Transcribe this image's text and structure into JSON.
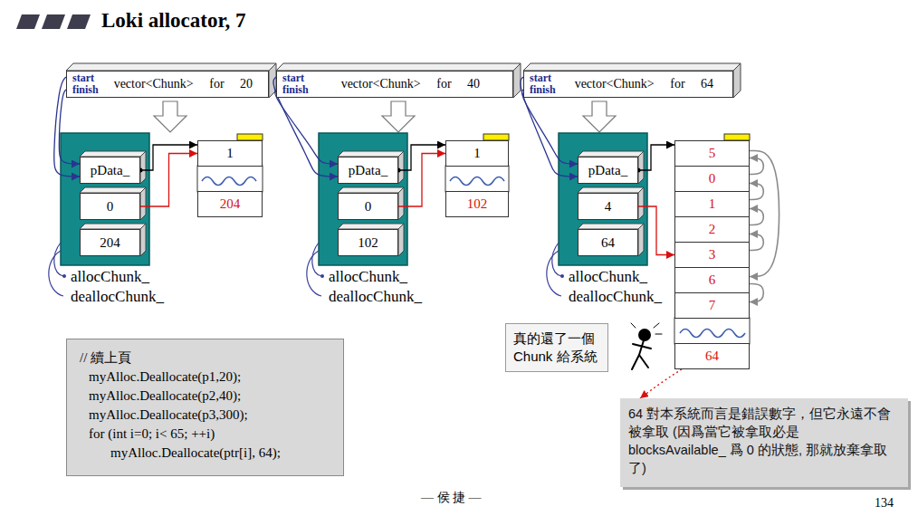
{
  "diagram": {
    "title": "Loki allocator, 7",
    "nodes": [
      {
        "text": [
          "start",
          "finish",
          "vector<Chunk> for 20"
        ]
      },
      {
        "text": [
          "pData_"
        ]
      },
      {
        "text": [
          "0"
        ]
      },
      {
        "text": [
          "204"
        ]
      },
      {
        "text": [
          "1"
        ]
      },
      {
        "text": [
          "204"
        ]
      },
      {
        "text": [
          "start",
          "finish",
          "vector<Chunk> for 40"
        ]
      },
      {
        "text": [
          "pData_"
        ]
      },
      {
        "text": [
          "0"
        ]
      },
      {
        "text": [
          "102"
        ]
      },
      {
        "text": [
          "1"
        ]
      },
      {
        "text": [
          "102"
        ]
      },
      {
        "text": [
          "start",
          "finish",
          "vector<Chunk> for 64"
        ]
      },
      {
        "text": [
          "pData_"
        ]
      },
      {
        "text": [
          "4"
        ]
      },
      {
        "text": [
          "64"
        ]
      },
      {
        "text": [
          "5"
        ]
      },
      {
        "text": [
          "0"
        ]
      },
      {
        "text": [
          "1"
        ]
      },
      {
        "text": [
          "2"
        ]
      },
      {
        "text": [
          "3"
        ]
      },
      {
        "text": [
          "6"
        ]
      },
      {
        "text": [
          "7"
        ]
      },
      {
        "text": [
          "64"
        ]
      },
      {
        "text": [
          "// 續上頁",
          "myAlloc.Deallocate(p1,20);",
          "myAlloc.Deallocate(p2,40);",
          "myAlloc.Deallocate(p3,300);",
          "for (int i=0; i< 65; ++i)",
          "myAlloc.Deallocate(ptr[i], 64);"
        ]
      },
      {
        "text": [
          "真的還了一個 Chunk 給系統"
        ]
      },
      {
        "text": [
          "64 對本系統而言是錯誤數字，但它永遠不會被拿取 (因爲當它被拿取必是 blocksAvailable_ 爲 0 的狀態, 那就放棄拿取了)"
        ]
      }
    ],
    "edges": [
      {
        "from": 0,
        "to": 1,
        "arrow": "to"
      },
      {
        "from": 0,
        "to": 1,
        "arrow": "to"
      },
      {
        "from": 1,
        "to": 4,
        "arrow": "to"
      },
      {
        "from": 2,
        "to": 4,
        "arrow": "to"
      },
      {
        "from": 6,
        "to": 7,
        "arrow": "to"
      },
      {
        "from": 6,
        "to": 7,
        "arrow": "to"
      },
      {
        "from": 7,
        "to": 10,
        "arrow": "to"
      },
      {
        "from": 8,
        "to": 10,
        "arrow": "to"
      },
      {
        "from": 12,
        "to": 13,
        "arrow": "to"
      },
      {
        "from": 12,
        "to": 13,
        "arrow": "to"
      },
      {
        "from": 13,
        "to": 16,
        "arrow": "to"
      },
      {
        "from": 14,
        "to": 20,
        "arrow": "to"
      },
      {
        "from": 20,
        "to": 19,
        "arrow": "to"
      },
      {
        "from": 19,
        "to": 18,
        "arrow": "to"
      },
      {
        "from": 18,
        "to": 17,
        "arrow": "to"
      },
      {
        "from": 17,
        "to": 16,
        "arrow": "to"
      },
      {
        "from": 16,
        "to": 21,
        "arrow": "to"
      },
      {
        "from": 21,
        "to": 22,
        "arrow": "to"
      },
      {
        "from": 23,
        "to": 26,
        "arrow": "to"
      }
    ],
    "labels": [
      "allocChunk_",
      "deallocChunk_",
      "allocChunk_",
      "deallocChunk_",
      "allocChunk_",
      "deallocChunk_",
      "— 侯 捷 —",
      "134"
    ]
  }
}
